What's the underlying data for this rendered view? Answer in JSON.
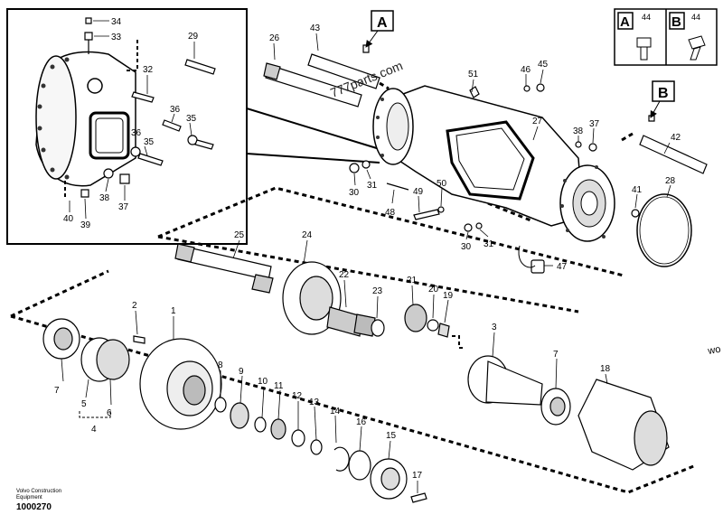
{
  "diagram": {
    "view_labels": [
      "A",
      "B"
    ],
    "legend_a": {
      "letter": "A",
      "part": "44"
    },
    "legend_b": {
      "letter": "B",
      "part": "44"
    },
    "callouts": {
      "p34": "34",
      "p33": "33",
      "p29": "29",
      "p32": "32",
      "p36a": "36",
      "p35a": "35",
      "p36b": "36",
      "p35b": "35",
      "p38a": "38",
      "p37a": "37",
      "p40": "40",
      "p39": "39",
      "p26": "26",
      "p43": "43",
      "p51": "51",
      "p46": "46",
      "p45": "45",
      "p27": "27",
      "p38b": "38",
      "p37b": "37",
      "p42": "42",
      "p30a": "30",
      "p31a": "31",
      "p48": "48",
      "p49": "49",
      "p50": "50",
      "p41": "41",
      "p28": "28",
      "p30b": "30",
      "p31b": "31",
      "p47": "47",
      "p25": "25",
      "p24": "24",
      "p22": "22",
      "p23": "23",
      "p21": "21",
      "p20": "20",
      "p19": "19",
      "p3": "3",
      "p2": "2",
      "p1": "1",
      "p7a": "7",
      "p5": "5",
      "p6": "6",
      "p4": "4",
      "p8": "8",
      "p9": "9",
      "p10": "10",
      "p11": "11",
      "p12": "12",
      "p13": "13",
      "p14": "14",
      "p16": "16",
      "p15": "15",
      "p17": "17",
      "p7b": "7",
      "p18": "18"
    },
    "watermark_text": "777parts.com",
    "edge_text": "wo"
  },
  "footer": {
    "brand_line1": "Volvo Construction",
    "brand_line2": "Equipment",
    "doc_number": "1000270"
  }
}
